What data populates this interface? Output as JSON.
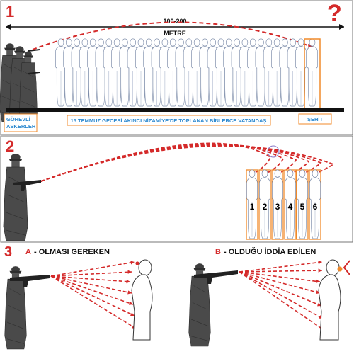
{
  "colors": {
    "red": "#d42a2a",
    "orange": "#f08a2a",
    "label_text": "#2e8ad0",
    "soldier": "#4a4a4a",
    "ground": "#111111"
  },
  "panel1": {
    "number": "1",
    "question_mark": "?",
    "distance_value": "100-200",
    "distance_unit": "METRE",
    "label_soldiers_line1": "GÖREVLİ",
    "label_soldiers_line2": "ASKERLER",
    "label_citizens": "15 TEMMUZ GECESİ AKINCI NİZAMİYE'DE TOPLANAN BİNLERCE VATANDAŞ",
    "label_martyr": "ŞEHİT"
  },
  "panel2": {
    "number": "2",
    "figure_numbers": [
      "1",
      "2",
      "3",
      "4",
      "5",
      "6"
    ]
  },
  "panel3": {
    "number": "3",
    "a_letter": "A",
    "a_title": "- OLMASI GEREKEN",
    "b_letter": "B",
    "b_title": "- OLDUĞU İDDİA EDİLEN"
  },
  "icons": {
    "soldier": "soldier-silhouette-icon",
    "person": "person-outline-icon",
    "bullet_impact": "impact-dot-icon"
  }
}
